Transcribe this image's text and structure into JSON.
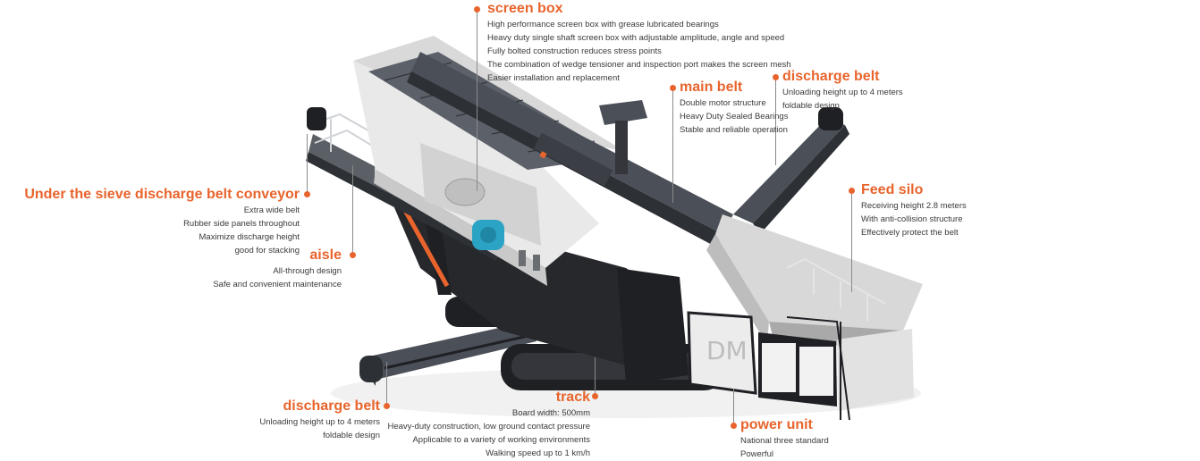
{
  "colors": {
    "accent": "#e8642c",
    "text": "#3a3a3a",
    "steel": "#4b4f57",
    "frame": "#1f2024",
    "panel": "#e4e4e4",
    "motor": "#2ba3c4"
  },
  "callouts": {
    "screen_box": {
      "title": "screen box",
      "lines": [
        "High performance screen box with grease lubricated bearings",
        "Heavy duty single shaft screen box with adjustable amplitude, angle and speed",
        "Fully bolted construction reduces stress points",
        "The combination of wedge tensioner and inspection port makes the screen mesh",
        "Easier installation and replacement"
      ]
    },
    "main_belt": {
      "title": "main belt",
      "lines": [
        "Double motor structure",
        "Heavy Duty Sealed Bearings",
        "Stable and reliable operation"
      ]
    },
    "discharge_belt_right": {
      "title": "discharge belt",
      "lines": [
        "Unloading height up to 4 meters",
        "foldable design"
      ]
    },
    "feed_silo": {
      "title": "Feed silo",
      "lines": [
        "Receiving height 2.8 meters",
        "With anti-collision structure",
        "Effectively protect the belt"
      ]
    },
    "under_sieve": {
      "title": "Under the sieve discharge belt conveyor",
      "lines": [
        "Extra wide belt",
        "Rubber side panels throughout",
        "Maximize discharge height",
        "good for stacking"
      ]
    },
    "aisle": {
      "title": "aisle",
      "lines": [
        "All-through design",
        "Safe and convenient maintenance"
      ]
    },
    "discharge_belt_left": {
      "title": "discharge belt",
      "lines": [
        "Unloading height up to 4 meters",
        "foldable design"
      ]
    },
    "track": {
      "title": "track",
      "lines": [
        "Board width: 500mm",
        "Heavy-duty construction, low ground contact pressure",
        "Applicable to a variety of working environments",
        "Walking speed up to 1 km/h"
      ]
    },
    "power_unit": {
      "title": "power unit",
      "lines": [
        "National three standard",
        "Powerful"
      ]
    }
  },
  "machine": {
    "panel_text": "DM"
  }
}
